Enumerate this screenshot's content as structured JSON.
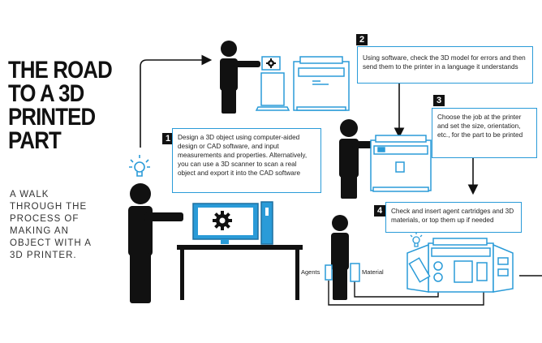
{
  "title_lines": [
    "THE ROAD",
    "TO A 3D",
    "PRINTED",
    "PART"
  ],
  "subtitle_lines": [
    "A WALK",
    "THROUGH THE",
    "PROCESS OF",
    "MAKING AN",
    "OBJECT WITH A",
    "3D PRINTER."
  ],
  "steps": [
    {
      "num": "1",
      "text": "Design a 3D object using computer-aided design or CAD software, and input measurements and properties. Alternatively, you can use a 3D scanner to scan a real object and export it into the CAD software"
    },
    {
      "num": "2",
      "text": "Using software, check the 3D model for errors and then send them to the printer in a language it understands"
    },
    {
      "num": "3",
      "text": "Choose the job at the printer and set the size, orientation, etc., for the part to be printed"
    },
    {
      "num": "4",
      "text": "Check and insert agent cartridges and 3D materials, or top them up if needed"
    }
  ],
  "labels": {
    "agents": "Agents",
    "material": "Material"
  },
  "colors": {
    "accent": "#2a9bd8",
    "figure": "#111111"
  },
  "icons": [
    "lightbulb-icon",
    "gear-icon",
    "camera-icon"
  ]
}
